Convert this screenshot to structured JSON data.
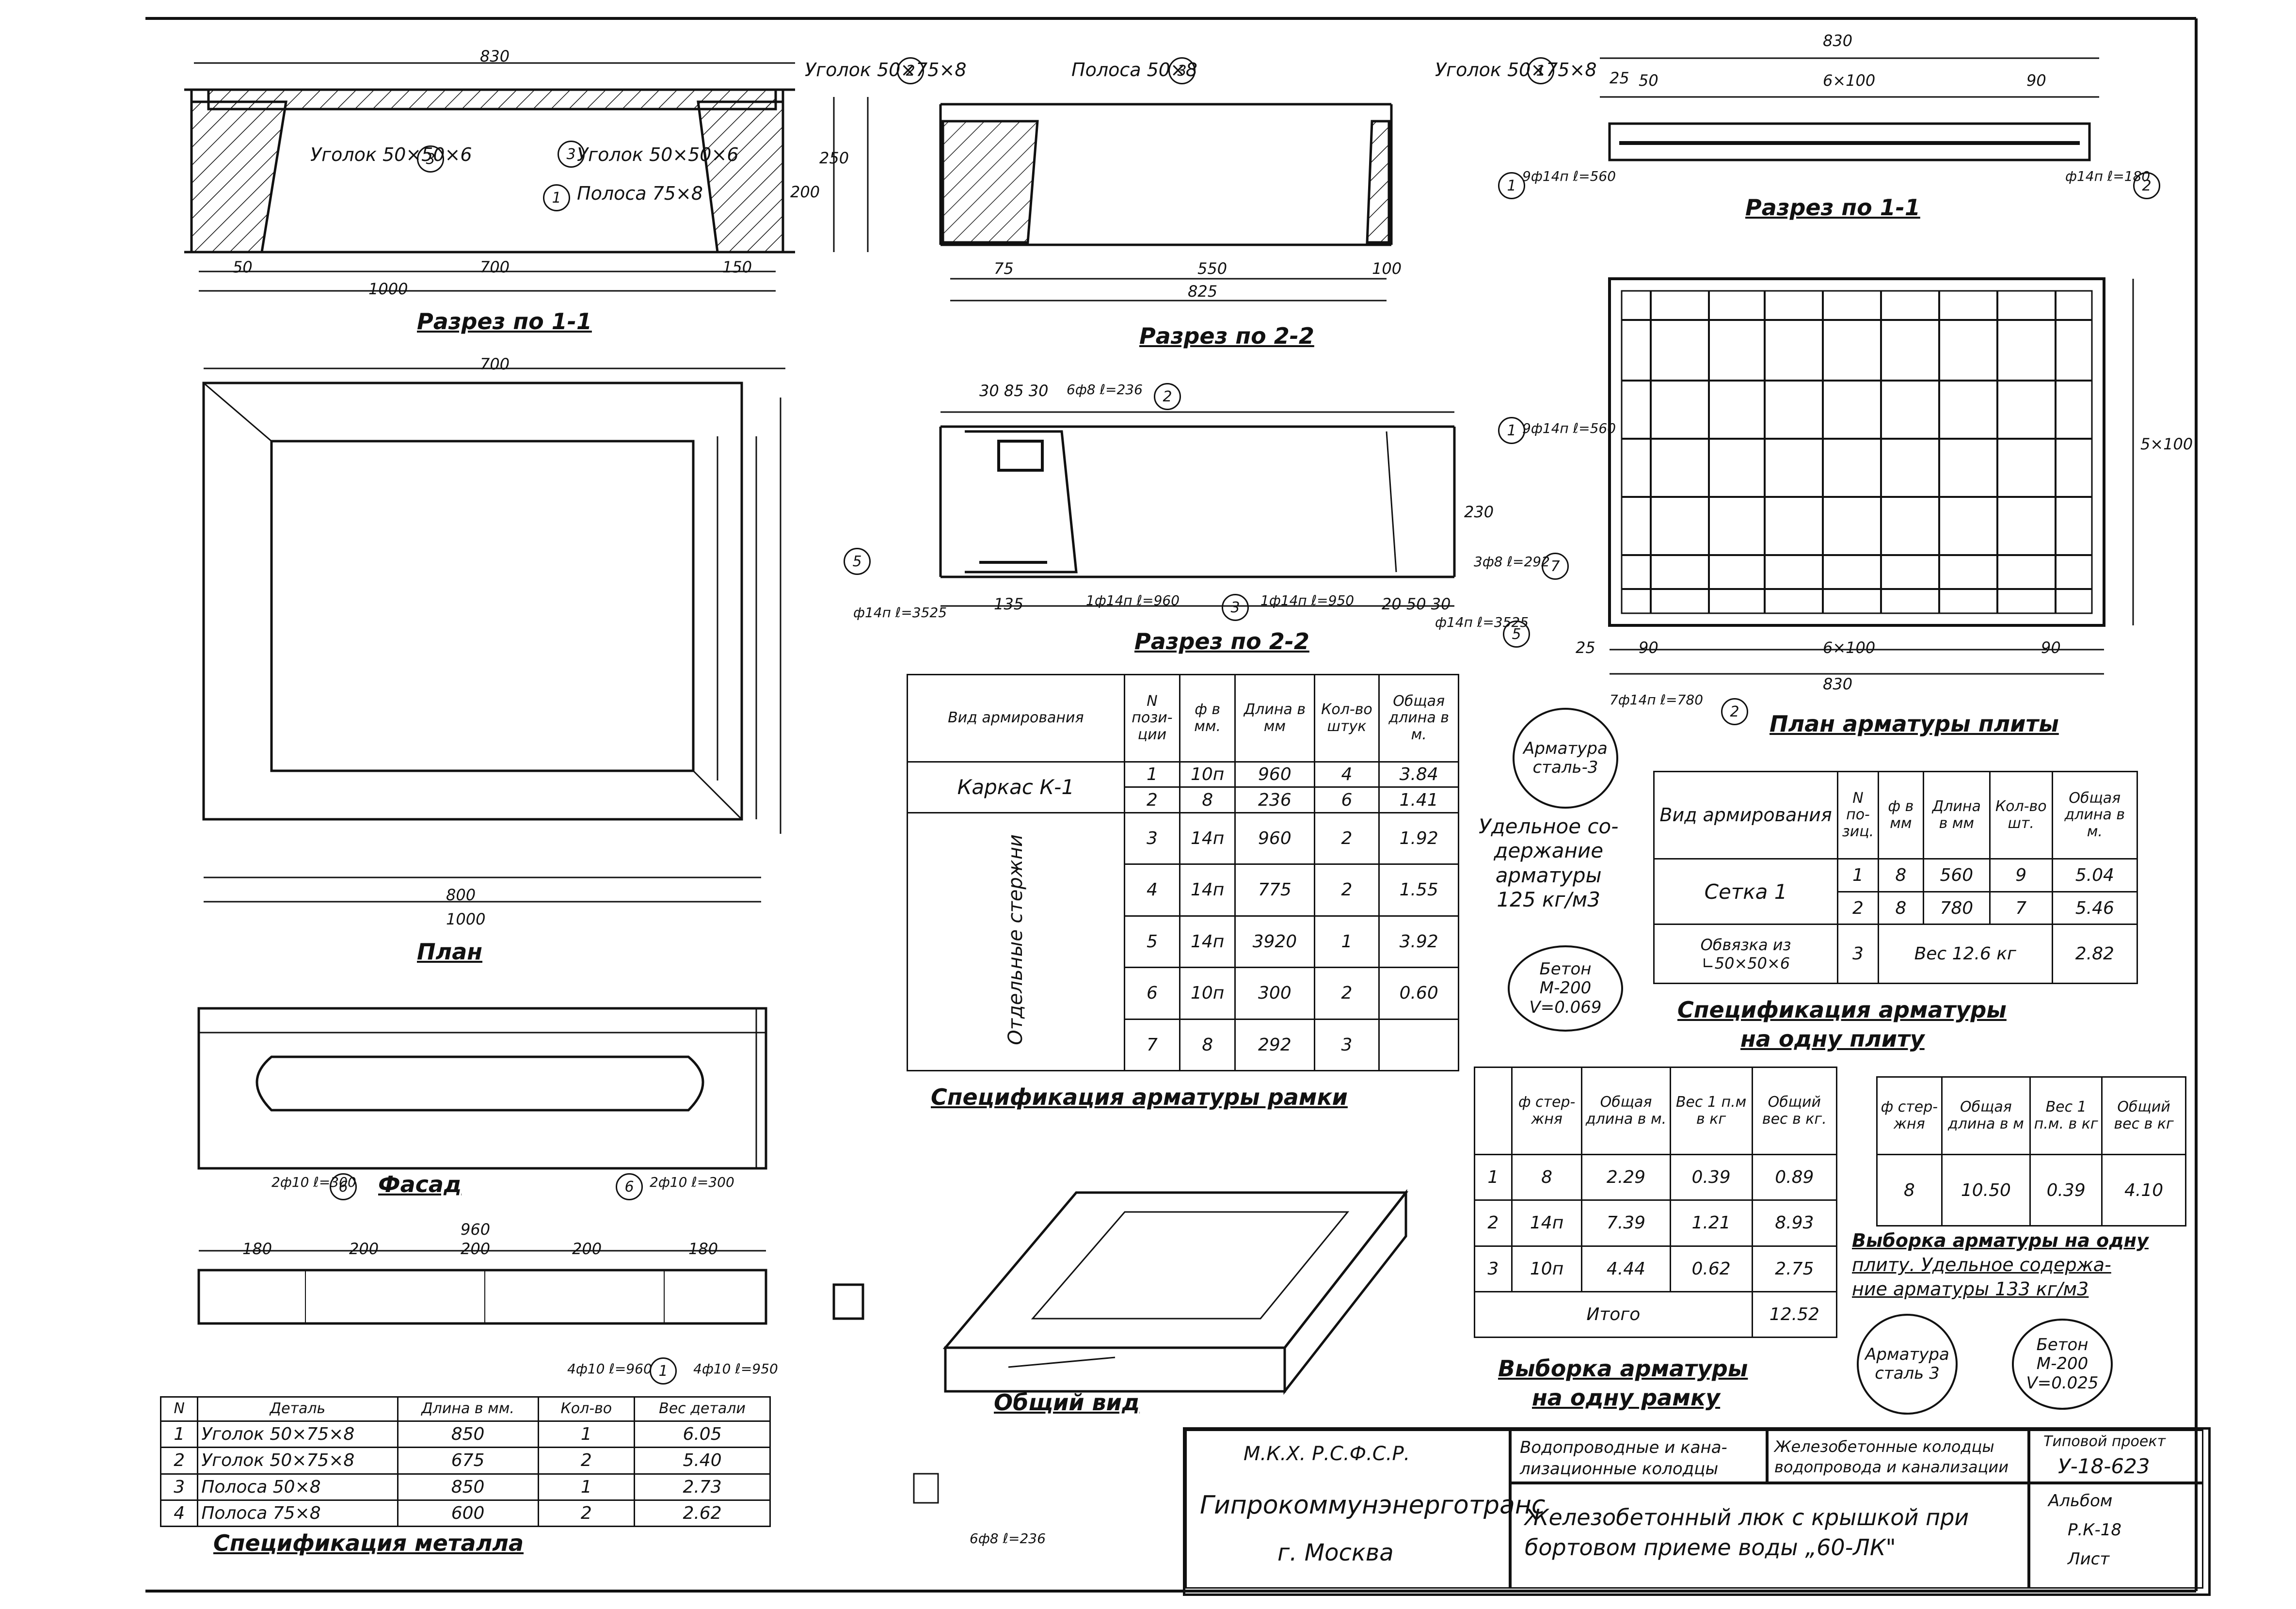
{
  "section_titles": {
    "section_1_1_left": "Разрез по 1-1",
    "section_2_2_top": "Разрез по 2-2",
    "section_1_1_right": "Разрез по 1-1",
    "section_2_2_mid": "Разрез по 2-2",
    "plate_rebar_plan": "План арматуры плиты",
    "plan": "План",
    "facade": "Фасад",
    "general_view": "Общий вид",
    "frame_rebar_spec": "Спецификация арматуры рамки",
    "plate_rebar_spec_line1": "Спецификация арматуры",
    "plate_rebar_spec_line2": "на одну плиту",
    "metal_spec": "Спецификация металла",
    "frame_selection_line1": "Выборка арматуры",
    "frame_selection_line2": "на одну рамку",
    "plate_selection_line1": "Выборка арматуры на одну",
    "plate_selection_line2": "плиту. Удельное содержа-",
    "plate_selection_line3": "ние арматуры 133 кг/м3"
  },
  "callouts": {
    "angle_50x75x8": "Уголок 50×75×8",
    "angle_50x50x6": "Уголок 50×50×6",
    "strip_50x8": "Полоса 50×8",
    "strip_75x8": "Полоса 75×8",
    "bar_6f8_236": "6ф8 ℓ=236",
    "bar_10f14_960": "1ф14п ℓ=960",
    "bar_1f14_950": "1ф14п ℓ=950",
    "bar_3f8_292": "3ф8 ℓ=292",
    "bar_f14_3525": "ф14п ℓ=3525",
    "bar_9f14_560": "9ф14п ℓ=560",
    "bar_7f14_780": "7ф14п ℓ=780",
    "bar_f14_180": "ф14п ℓ=180",
    "bar_2f10_300": "2ф10 ℓ=300",
    "bar_4f10_960": "4ф10 ℓ=960",
    "bar_4f10_950": "4ф10 ℓ=950",
    "bar_6f8_236b": "6ф8 ℓ=236"
  },
  "dimensions": {
    "d830": "830",
    "d700": "700",
    "d1000": "1000",
    "d550": "550",
    "d825": "825",
    "d75": "75",
    "d100": "100",
    "d50": "50",
    "d150": "150",
    "d200": "200",
    "d250": "250",
    "d6x100": "6×100",
    "d5x100": "5×100",
    "d90": "90",
    "d25": "25",
    "d20": "20",
    "d800": "800",
    "d960": "960",
    "d180": "180",
    "d135": "135",
    "d230": "230",
    "d30_85_30": "30 85 30",
    "d20_50_30": "20 50 30"
  },
  "notes": {
    "steel3_a": "Арматура\nсталь-3",
    "specific_rebar": "Удельное со-\nдержание\nарматуры\n125 кг/м3",
    "concrete_a": "Бетон\nМ-200\nV=0.069",
    "steel3_b": "Арматура\nсталь 3",
    "concrete_b": "Бетон\nМ-200\nV=0.025"
  },
  "frame_spec": {
    "headers": [
      "Вид армирования",
      "N пози-ции",
      "ф в мм.",
      "Длина в мм",
      "Кол-во штук",
      "Общая длина в м."
    ],
    "group1": "Каркас К-1",
    "group2": "Отдельные стержни",
    "rows": [
      [
        "1",
        "10п",
        "960",
        "4",
        "3.84"
      ],
      [
        "2",
        "8",
        "236",
        "6",
        "1.41"
      ],
      [
        "3",
        "14п",
        "960",
        "2",
        "1.92"
      ],
      [
        "4",
        "14п",
        "775",
        "2",
        "1.55"
      ],
      [
        "5",
        "14п",
        "3920",
        "1",
        "3.92"
      ],
      [
        "6",
        "10п",
        "300",
        "2",
        "0.60"
      ],
      [
        "7",
        "8",
        "292",
        "3",
        ""
      ]
    ]
  },
  "plate_spec": {
    "headers": [
      "Вид армирования",
      "N по-зиц.",
      "ф в мм",
      "Длина в мм",
      "Кол-во шт.",
      "Общая длина в м."
    ],
    "group1": "Сетка 1",
    "rows": [
      [
        "1",
        "8",
        "560",
        "9",
        "5.04"
      ],
      [
        "2",
        "8",
        "780",
        "7",
        "5.46"
      ]
    ],
    "binding_label": "Обвязка из ∟50×50×6",
    "binding_pos": "3",
    "binding_weight": "Вес 12.6 кг",
    "binding_total": "2.82"
  },
  "frame_selection": {
    "headers": [
      "",
      "ф стер-жня",
      "Общая длина в м.",
      "Вес 1 п.м в кг",
      "Общий вес в кг."
    ],
    "rows": [
      [
        "1",
        "8",
        "2.29",
        "0.39",
        "0.89"
      ],
      [
        "2",
        "14п",
        "7.39",
        "1.21",
        "8.93"
      ],
      [
        "3",
        "10п",
        "4.44",
        "0.62",
        "2.75"
      ]
    ],
    "total_label": "Итого",
    "total_value": "12.52"
  },
  "plate_selection": {
    "headers": [
      "ф стер-жня",
      "Общая длина в м",
      "Вес 1 п.м. в кг",
      "Общий вес в кг"
    ],
    "row": [
      "8",
      "10.50",
      "0.39",
      "4.10"
    ]
  },
  "metal_spec": {
    "headers": [
      "N",
      "Деталь",
      "Длина в мм.",
      "Кол-во",
      "Вес детали"
    ],
    "rows": [
      [
        "1",
        "Уголок 50×75×8",
        "850",
        "1",
        "6.05"
      ],
      [
        "2",
        "Уголок 50×75×8",
        "675",
        "2",
        "5.40"
      ],
      [
        "3",
        "Полоса 50×8",
        "850",
        "1",
        "2.73"
      ],
      [
        "4",
        "Полоса 75×8",
        "600",
        "2",
        "2.62"
      ]
    ]
  },
  "stamp": {
    "ministry": "М.К.Х.   Р.С.Ф.С.Р.",
    "institute": "Гипрокоммунэнерготранс",
    "city": "г. Москва",
    "project": "Водопроводные и кана-лизационные колодцы",
    "subject": "Железобетонные колодцы водопровода и канализации",
    "drawing": "Железобетонный люк с крышкой при бортовом приеме воды „60-ЛК\"",
    "sheet_code": "У-18-623",
    "album": "Альбом",
    "sheet_a": "Р.К-18",
    "sheet_b": "Лист",
    "top_right": "Типовой проект"
  },
  "colors": {
    "ink": "#111111",
    "paper": "#ffffff"
  }
}
